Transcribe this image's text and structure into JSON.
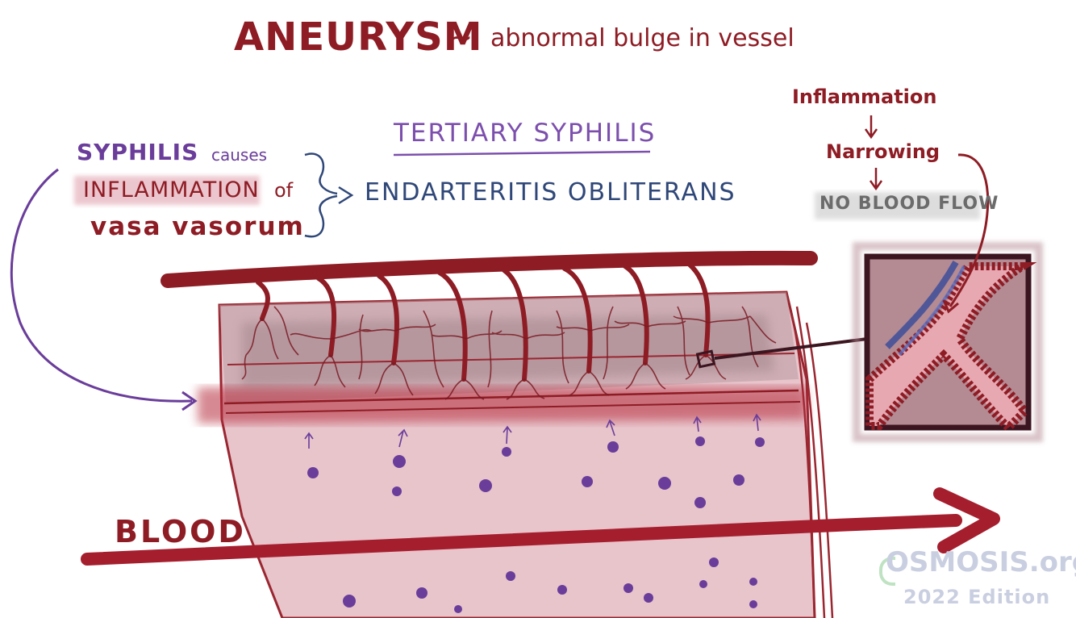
{
  "title": {
    "main": "ANEURYSM",
    "tilde": "~",
    "subtitle": "abnormal bulge in vessel"
  },
  "labels": {
    "tertiary_syphilis": "TERTIARY SYPHILIS",
    "endarteritis": "ENDARTERITIS OBLITERANS",
    "syphilis": "SYPHILIS",
    "causes": "causes",
    "inflammation": "INFLAMMATION",
    "of": "of",
    "vasa_vasorum": "vasa vasorum",
    "blood": "BLOOD"
  },
  "flow": {
    "step1": "Inflammation",
    "step2": "Narrowing",
    "step3": "NO BLOOD FLOW"
  },
  "watermark": {
    "logo": "OSMOSIS.org",
    "edition": "2022 Edition"
  },
  "colors": {
    "maroon": "#8e1c24",
    "purple": "#6a3d9a",
    "navy": "#2f4778",
    "vessel_fill": "#e8c2c9",
    "gray": "#777777",
    "watermark": "#c9cfe0"
  }
}
